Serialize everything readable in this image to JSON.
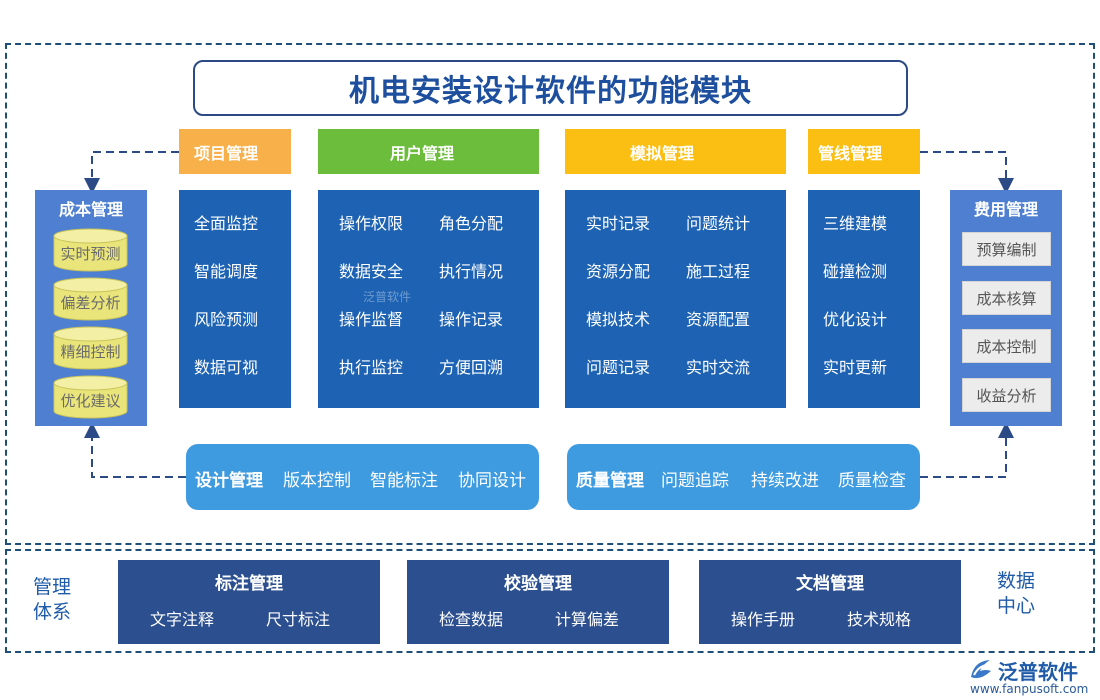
{
  "title": "机电安装设计软件的功能模块",
  "modules": [
    {
      "name": "项目管理",
      "color": "#f8b04b",
      "items": [
        "全面监控",
        "智能调度",
        "风险预测",
        "数据可视"
      ]
    },
    {
      "name": "用户管理",
      "color": "#6cbd3c",
      "items": [
        "操作权限",
        "角色分配",
        "数据安全",
        "执行情况",
        "操作监督",
        "操作记录",
        "执行监控",
        "方便回溯"
      ]
    },
    {
      "name": "模拟管理",
      "color": "#fbbf14",
      "items": [
        "实时记录",
        "问题统计",
        "资源分配",
        "施工过程",
        "模拟技术",
        "资源配置",
        "问题记录",
        "实时交流"
      ]
    },
    {
      "name": "管线管理",
      "color": "#fbbf14",
      "items": [
        "三维建模",
        "碰撞检测",
        "优化设计",
        "实时更新"
      ]
    }
  ],
  "cost": {
    "title": "成本管理",
    "items": [
      "实时预测",
      "偏差分析",
      "精细控制",
      "优化建议"
    ]
  },
  "fee": {
    "title": "费用管理",
    "items": [
      "预算编制",
      "成本核算",
      "成本控制",
      "收益分析"
    ]
  },
  "design_bar": {
    "title": "设计管理",
    "items": [
      "版本控制",
      "智能标注",
      "协同设计"
    ]
  },
  "quality_bar": {
    "title": "质量管理",
    "items": [
      "问题追踪",
      "持续改进",
      "质量检查"
    ]
  },
  "bottom": [
    {
      "title": "标注管理",
      "items": [
        "文字注释",
        "尺寸标注"
      ]
    },
    {
      "title": "校验管理",
      "items": [
        "检查数据",
        "计算偏差"
      ]
    },
    {
      "title": "文档管理",
      "items": [
        "操作手册",
        "技术规格"
      ]
    }
  ],
  "left_label": [
    "管理",
    "体系"
  ],
  "right_label": [
    "数据",
    "中心"
  ],
  "logo": {
    "name": "泛普软件",
    "url": "www.fanpusoft.com"
  },
  "watermark": "泛普软件"
}
